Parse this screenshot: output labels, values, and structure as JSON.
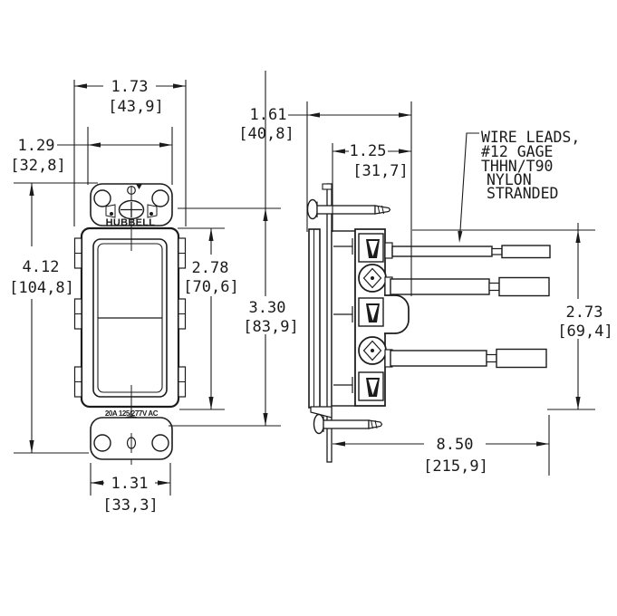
{
  "drawing": {
    "brand": "HUBBELL",
    "rating": "20A 125/277V AC",
    "wire_note": {
      "lines": [
        "WIRE LEADS,",
        "#12 GAGE",
        "THHN/T90",
        "NYLON",
        "STRANDED"
      ]
    },
    "dims": {
      "overall_width": {
        "in": "1.73",
        "mm": "[43,9]"
      },
      "strap_top_width": {
        "in": "1.29",
        "mm": "[32,8]"
      },
      "overall_height": {
        "in": "4.12",
        "mm": "[104,8]"
      },
      "face_height": {
        "in": "2.78",
        "mm": "[70,6]"
      },
      "mount_hole_span": {
        "in": "3.30",
        "mm": "[83,9]"
      },
      "strap_bottom_width": {
        "in": "1.31",
        "mm": "[33,3]"
      },
      "overall_depth": {
        "in": "1.61",
        "mm": "[40,8]"
      },
      "body_depth": {
        "in": "1.25",
        "mm": "[31,7]"
      },
      "lead_vertical_span": {
        "in": "2.73",
        "mm": "[69,4]"
      },
      "lead_length": {
        "in": "8.50",
        "mm": "[215,9]"
      }
    },
    "colors": {
      "ink": "#1b1b1b",
      "paper": "#ffffff"
    }
  }
}
